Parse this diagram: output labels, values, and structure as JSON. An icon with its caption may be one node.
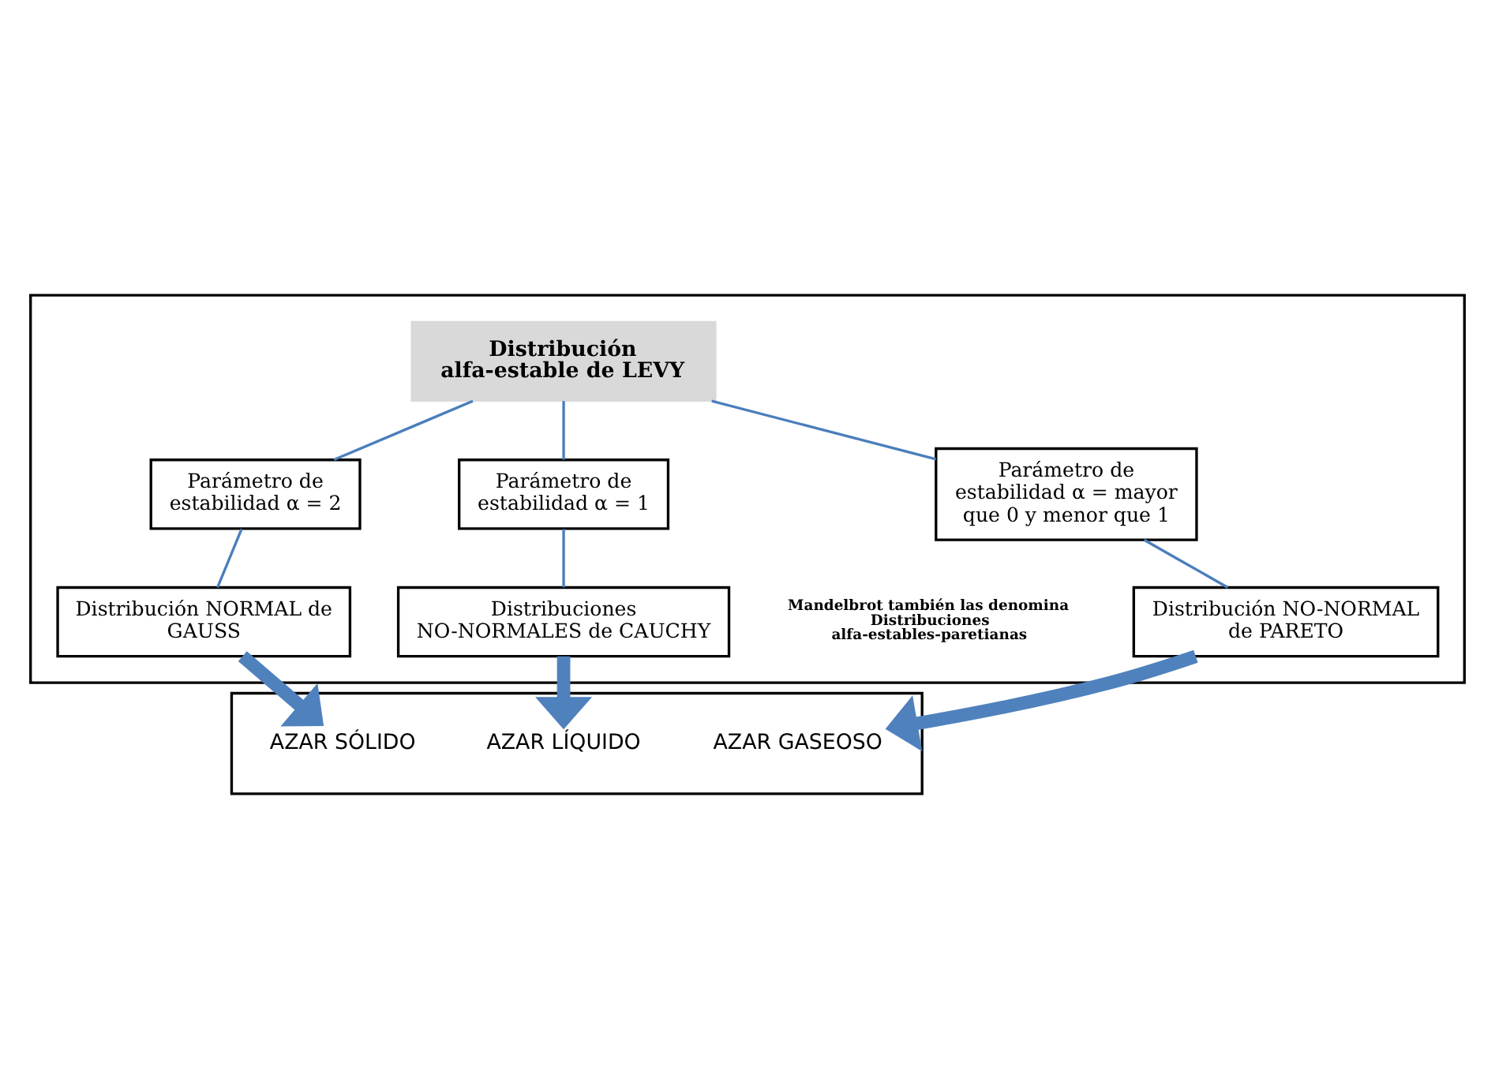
{
  "diagram": {
    "nodes": [
      {
        "text": [],
        "shape": "box"
      },
      {
        "text": [
          "Distribución alfa-estable de LEVY"
        ],
        "in": 0
      },
      {
        "text": [
          "Parámetro de estabilidad α = 2"
        ],
        "in": 0
      },
      {
        "text": [
          "Parámetro de estabilidad α = 1"
        ],
        "in": 0
      },
      {
        "text": [
          "Parámetro de estabilidad α = mayor que 0 y menor que 1"
        ],
        "in": 0
      },
      {
        "text": [
          "Distribución NORMAL de GAUSS"
        ],
        "in": 0
      },
      {
        "text": [
          "Distribuciones NO-NORMALES de CAUCHY"
        ],
        "in": 0
      },
      {
        "text": [
          "Distribución NO-NORMAL de PARETO"
        ],
        "in": 0
      },
      {
        "text": [],
        "shape": "box"
      },
      {
        "text": [
          "AZAR SÓLIDO"
        ],
        "in": 8
      },
      {
        "text": [
          "AZAR LÍQUIDO"
        ],
        "in": 8
      },
      {
        "text": [
          "AZAR GASEOSO"
        ],
        "in": 8
      }
    ],
    "edges": [
      {
        "from": 1,
        "to": 2,
        "arrow": "none"
      },
      {
        "from": 1,
        "to": 3,
        "arrow": "none"
      },
      {
        "from": 1,
        "to": 4,
        "arrow": "none"
      },
      {
        "from": 2,
        "to": 5,
        "arrow": "none"
      },
      {
        "from": 3,
        "to": 6,
        "arrow": "none"
      },
      {
        "from": 4,
        "to": 7,
        "arrow": "none"
      },
      {
        "from": 5,
        "to": 9,
        "arrow": "to",
        "style": "thick",
        "color": "#4f81bd"
      },
      {
        "from": 6,
        "to": 10,
        "arrow": "to",
        "style": "thick",
        "color": "#4f81bd"
      },
      {
        "from": 7,
        "to": 11,
        "arrow": "to",
        "style": "thick",
        "color": "#4f81bd"
      }
    ],
    "labels": [
      "Mandelbrot también las denomina Distribuciones alfa-estables-paretianas"
    ]
  }
}
